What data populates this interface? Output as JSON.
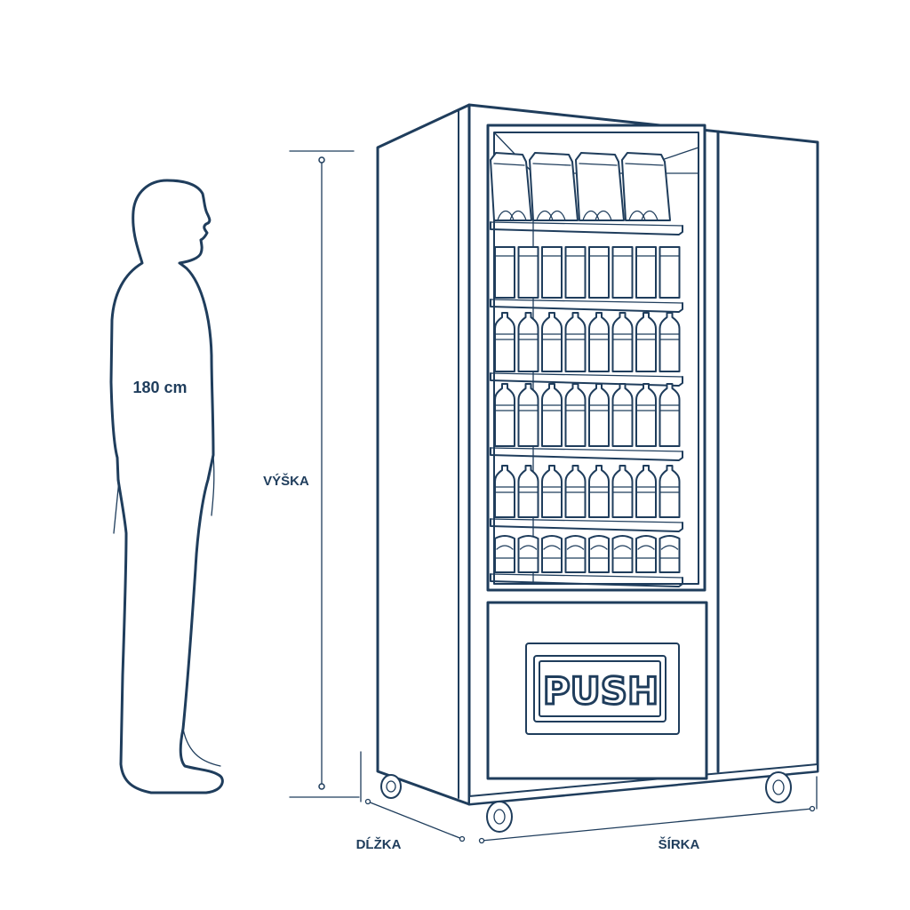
{
  "labels": {
    "person_height": "180 cm",
    "height": "VÝŠKA",
    "depth": "DĹŽKA",
    "width": "ŠÍRKA",
    "push": "PUSH"
  },
  "colors": {
    "line": "#1f3d5c",
    "background": "#ffffff"
  }
}
